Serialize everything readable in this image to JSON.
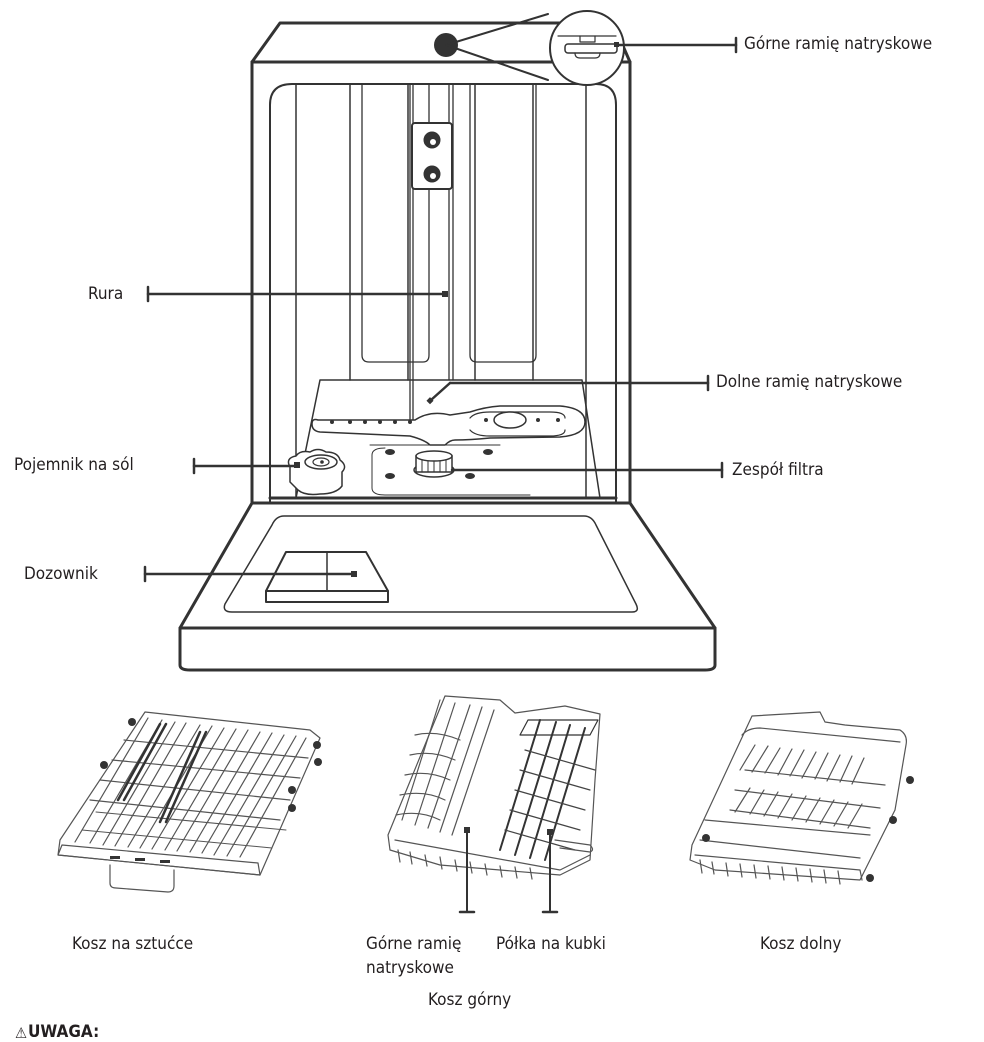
{
  "diagram": {
    "subject": "Dishwasher – parts overview",
    "callouts": {
      "upper_spray_arm": "Górne ramię natryskowe",
      "pipe": "Rura",
      "lower_spray_arm": "Dolne ramię natryskowe",
      "salt_container": "Pojemnik na sól",
      "filter_assembly": "Zespół filtra",
      "dispenser": "Dozownik"
    },
    "racks": {
      "cutlery_basket": "Kosz na sztućce",
      "upper_rack_spray_arm_line1": "Górne ramię",
      "upper_rack_spray_arm_line2": "natryskowe",
      "cup_shelf": "Półka na kubki",
      "lower_basket": "Kosz dolny",
      "upper_basket": "Kosz górny"
    },
    "warning": {
      "icon": "warning-triangle-icon",
      "label": "UWAGA:"
    },
    "colors": {
      "line": "#333333",
      "text": "#231f20",
      "background": "#ffffff"
    }
  }
}
